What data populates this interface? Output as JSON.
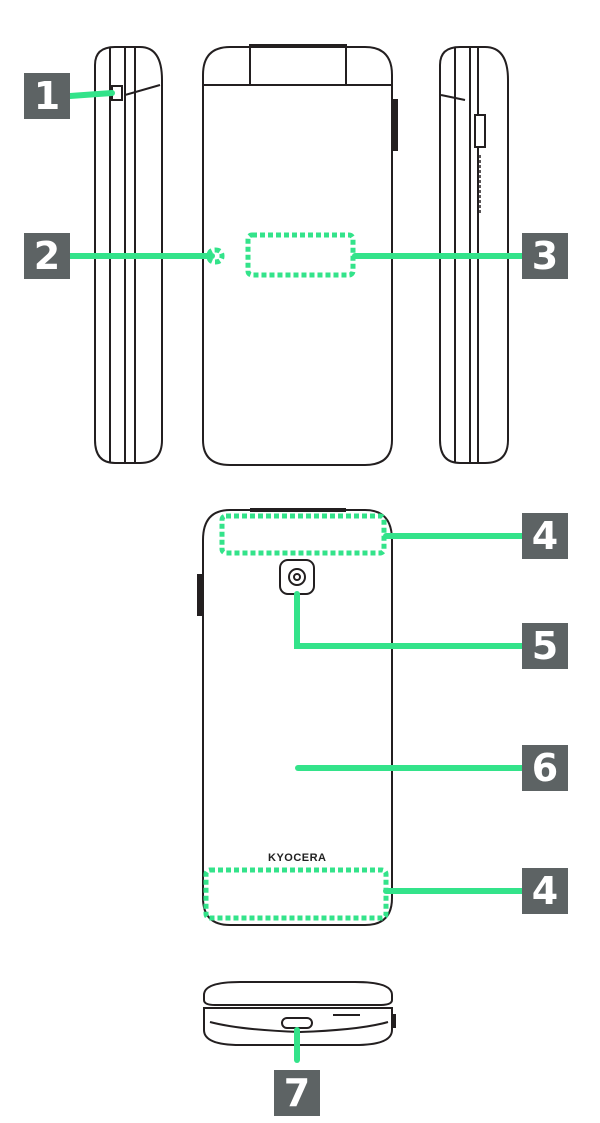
{
  "callouts": [
    {
      "number": "1"
    },
    {
      "number": "2"
    },
    {
      "number": "3"
    },
    {
      "number": "4"
    },
    {
      "number": "5"
    },
    {
      "number": "6"
    },
    {
      "number": "4"
    },
    {
      "number": "7"
    }
  ],
  "brand_logo": "KYOCERA",
  "colors": {
    "callout_line": "#33e38a",
    "badge": "#5d6364",
    "outline": "#231f20"
  }
}
